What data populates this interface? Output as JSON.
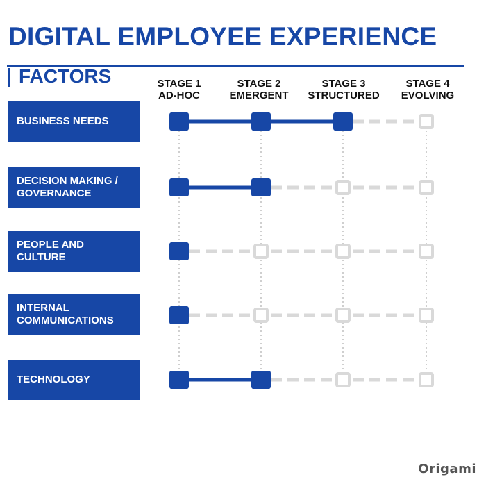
{
  "title": "DIGITAL EMPLOYEE EXPERIENCE",
  "factors_heading": "FACTORS",
  "stages": [
    {
      "line1": "STAGE 1",
      "line2": "AD-HOC"
    },
    {
      "line1": "STAGE 2",
      "line2": "EMERGENT"
    },
    {
      "line1": "STAGE 3",
      "line2": "STRUCTURED"
    },
    {
      "line1": "STAGE 4",
      "line2": "EVOLVING"
    }
  ],
  "factors": [
    {
      "label": "BUSINESS NEEDS",
      "current_stage": 3
    },
    {
      "label": "DECISION MAKING / GOVERNANCE",
      "current_stage": 2
    },
    {
      "label": "PEOPLE AND CULTURE",
      "current_stage": 1
    },
    {
      "label": "INTERNAL COMMUNICATIONS",
      "current_stage": 1
    },
    {
      "label": "TECHNOLOGY",
      "current_stage": 2
    }
  ],
  "logo": "Origami",
  "colors": {
    "accent": "#1747a6",
    "inactive": "#d9d9d9",
    "text": "#111111"
  }
}
